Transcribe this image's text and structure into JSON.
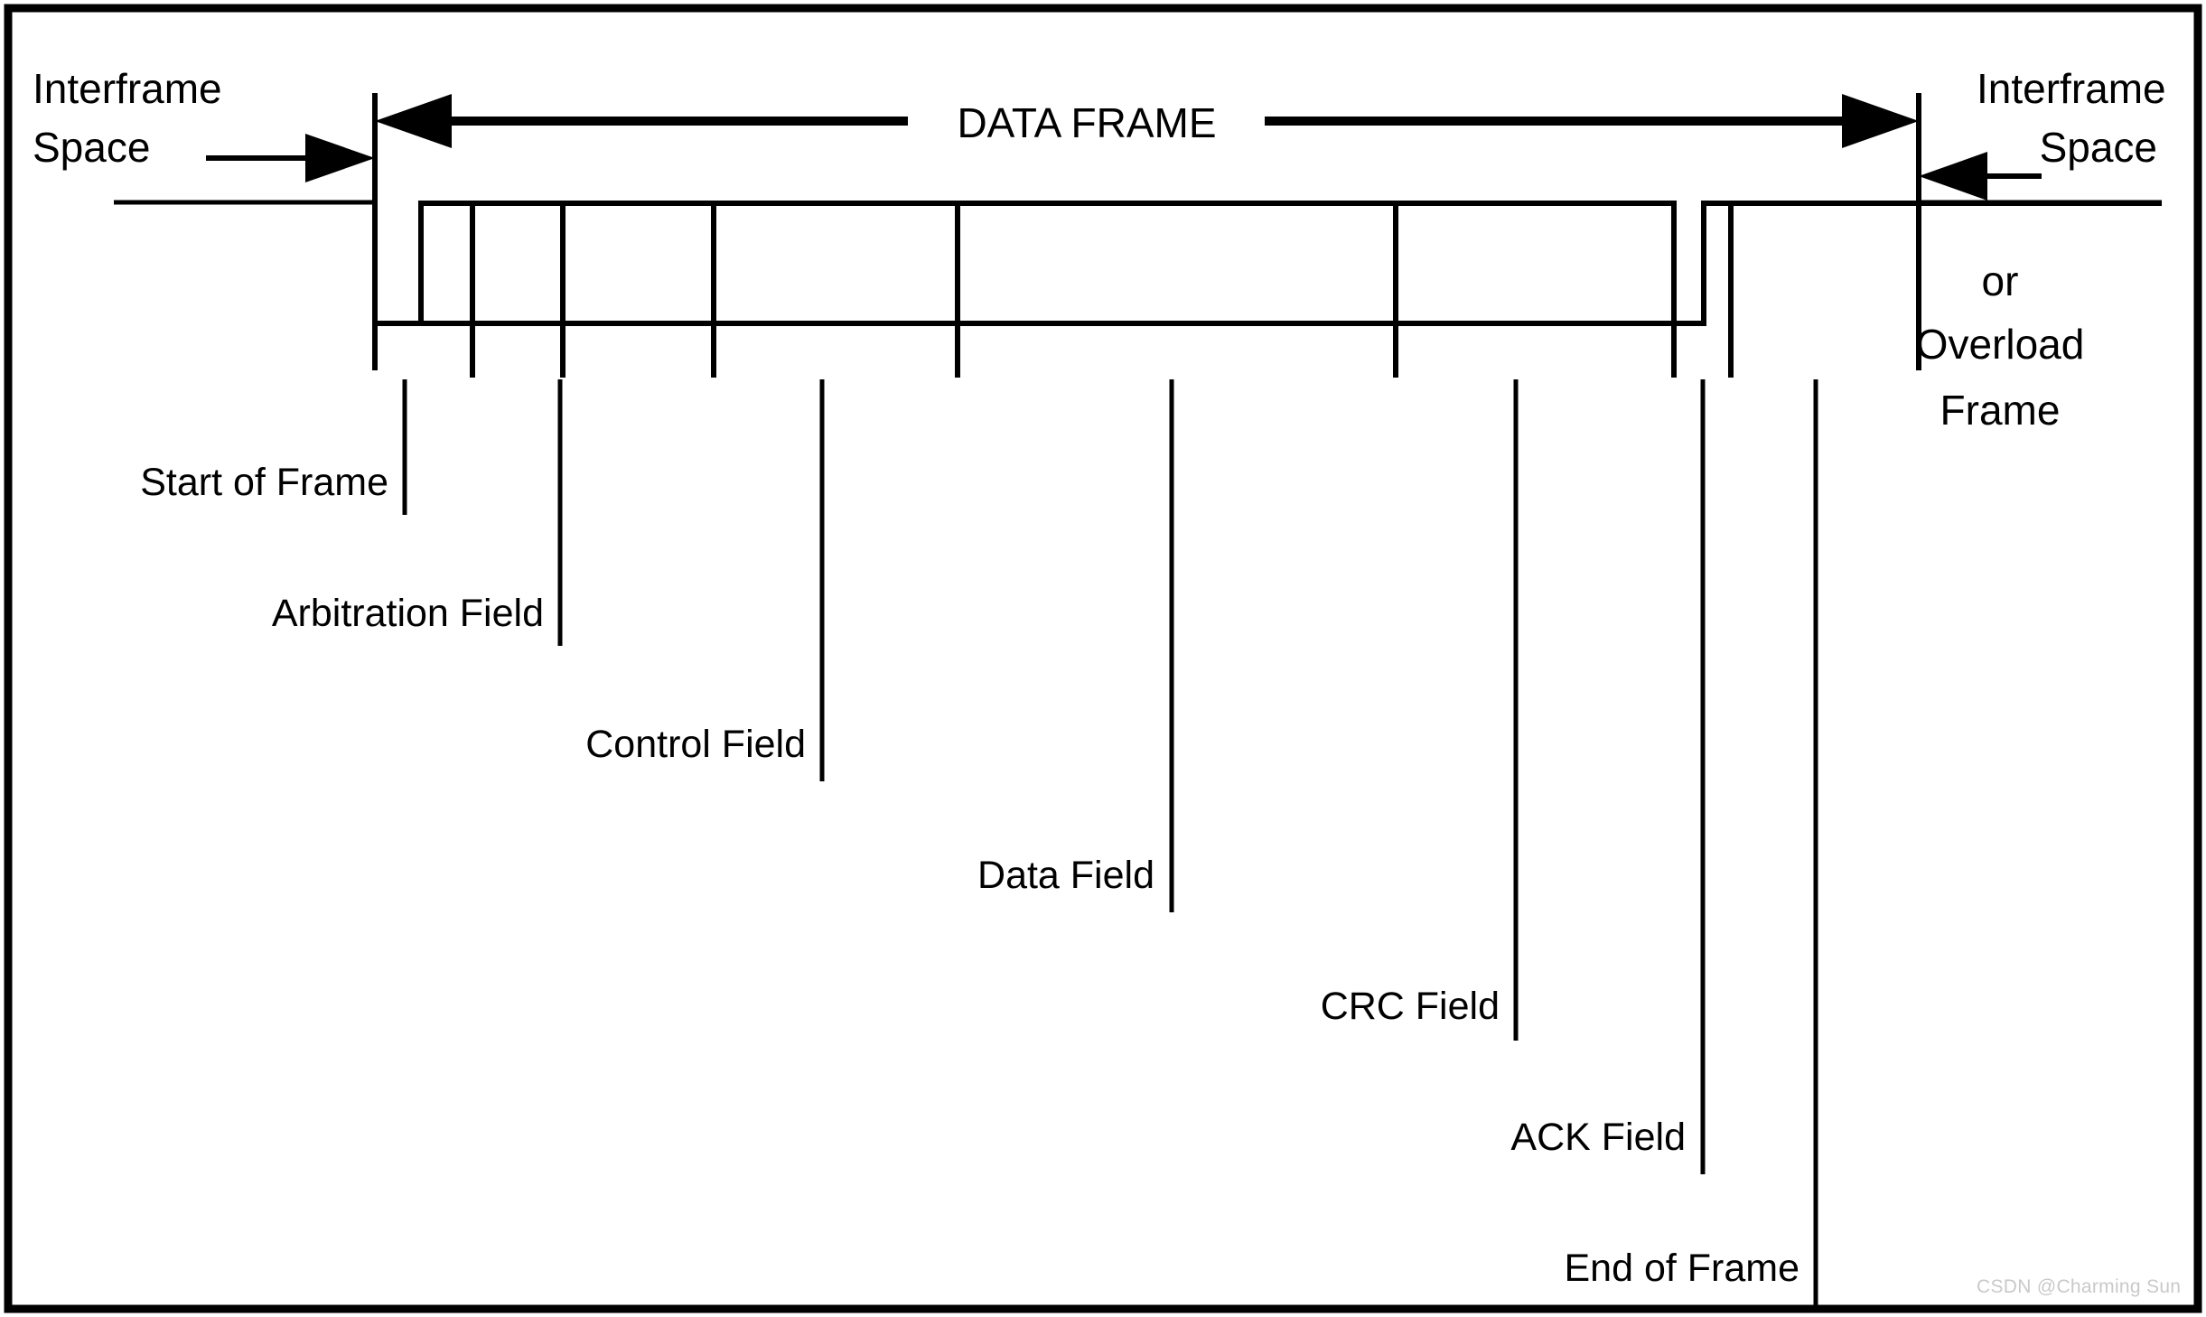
{
  "diagram": {
    "title": "DATA FRAME",
    "interframe_left": {
      "line1": "Interframe",
      "line2": "Space"
    },
    "interframe_right": {
      "line1": "Interframe",
      "line2": "Space",
      "line3": "or",
      "line4": "Overload",
      "line5": "Frame"
    },
    "field_labels": [
      {
        "text": "Start of Frame"
      },
      {
        "text": "Arbitration Field"
      },
      {
        "text": "Control Field"
      },
      {
        "text": "Data Field"
      },
      {
        "text": "CRC Field"
      },
      {
        "text": "ACK Field"
      },
      {
        "text": "End of Frame"
      }
    ],
    "watermark": "CSDN @Charming Sun",
    "colors": {
      "stroke": "#000000",
      "background": "#ffffff",
      "border": "#000000",
      "watermark": "#c9c9c9"
    }
  }
}
